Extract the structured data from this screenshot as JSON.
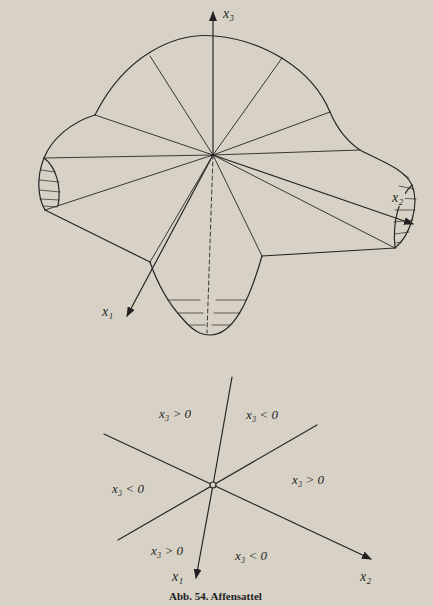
{
  "diagram": {
    "caption": "Abb. 54. Affensattel",
    "labels": [
      "x₃",
      "x₂",
      "x₁",
      "x₃ > 0",
      "x₃ < 0",
      "x₃ < 0",
      "x₃ > 0",
      "x₃ > 0",
      "x₃ < 0",
      "x₂",
      "x₁"
    ]
  }
}
